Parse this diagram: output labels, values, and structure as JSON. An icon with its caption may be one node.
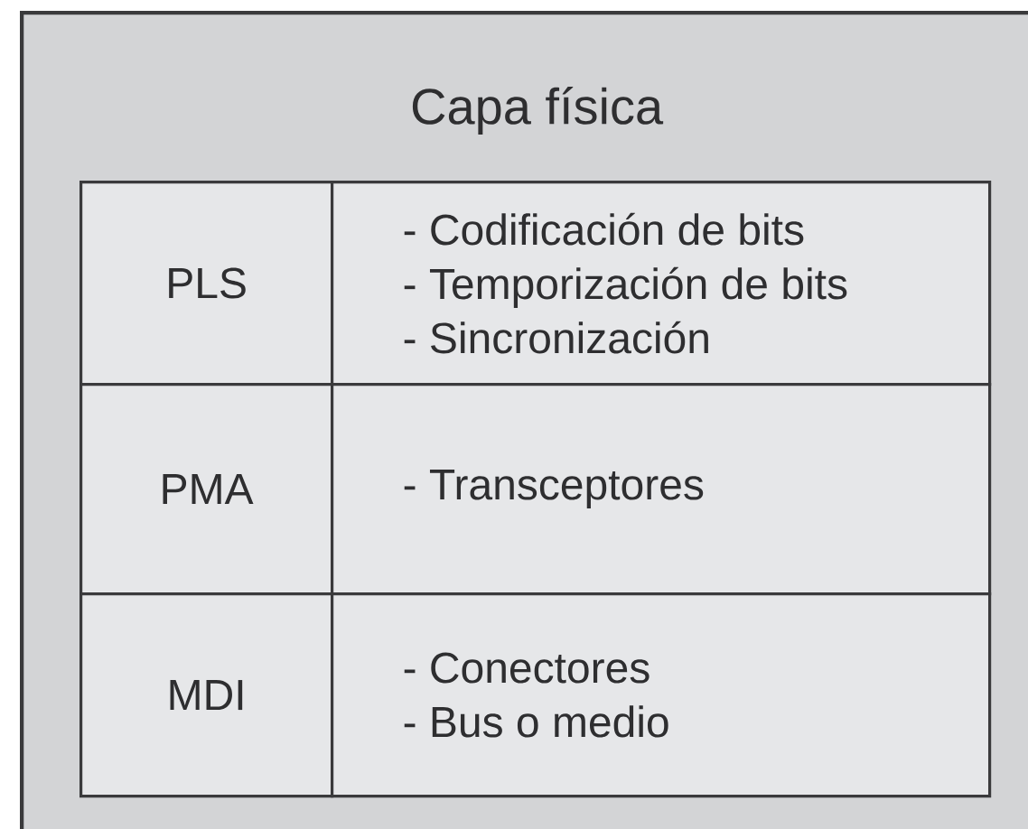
{
  "diagram": {
    "nodes": [
      {
        "text": [
          "Capa física"
        ]
      },
      {
        "text": [
          "PLS"
        ],
        "in": 0
      },
      {
        "text": [
          "- Codificación de bits",
          "- Temporización de bits",
          "- Sincronización"
        ],
        "in": 0
      },
      {
        "text": [
          "PMA"
        ],
        "in": 0
      },
      {
        "text": [
          "- Transceptores"
        ],
        "in": 0
      },
      {
        "text": [
          "MDI"
        ],
        "in": 0
      },
      {
        "text": [
          "- Conectores",
          "- Bus o medio"
        ],
        "in": 0
      }
    ]
  }
}
